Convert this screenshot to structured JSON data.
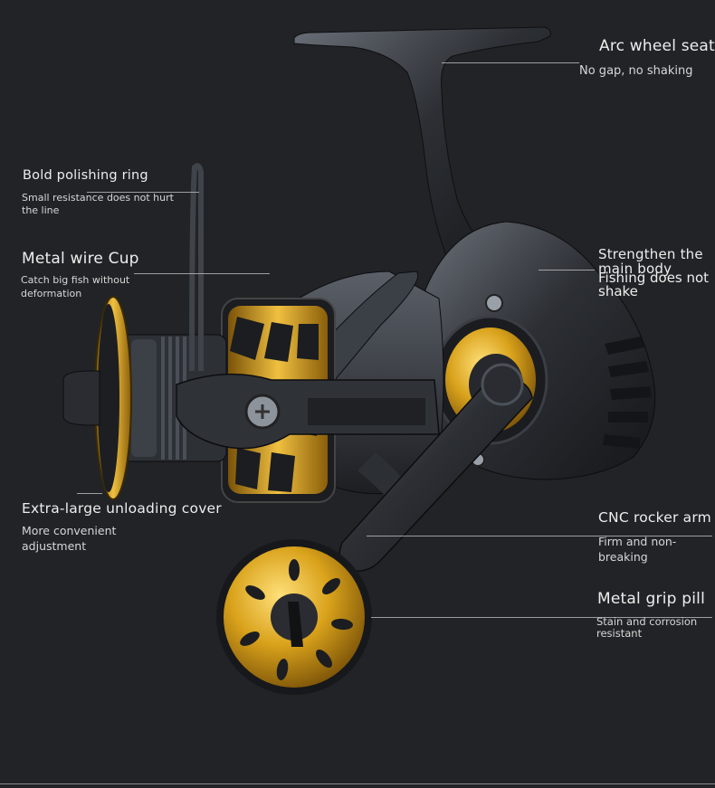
{
  "callouts": {
    "arc_wheel_seat": {
      "title": "Arc wheel seat",
      "desc": "No gap, no shaking"
    },
    "bold_polishing_ring": {
      "title": "Bold polishing ring",
      "desc": "Small resistance does not hurt the line"
    },
    "metal_wire_cup": {
      "title": "Metal wire Cup",
      "desc": "Catch big fish without deformation"
    },
    "main_body": {
      "title": "Strengthen the main body",
      "desc": "Fishing does not shake"
    },
    "unloading_cover": {
      "title": "Extra-large unloading cover",
      "desc": "More convenient adjustment"
    },
    "rocker_arm": {
      "title": "CNC rocker arm",
      "desc": "Firm and non-breaking"
    },
    "grip_pill": {
      "title": "Metal grip pill",
      "desc": "Stain and corrosion resistant"
    }
  },
  "colors": {
    "background": "#222326",
    "gold": "#d9a21b",
    "reel_body": "#2f3237"
  }
}
